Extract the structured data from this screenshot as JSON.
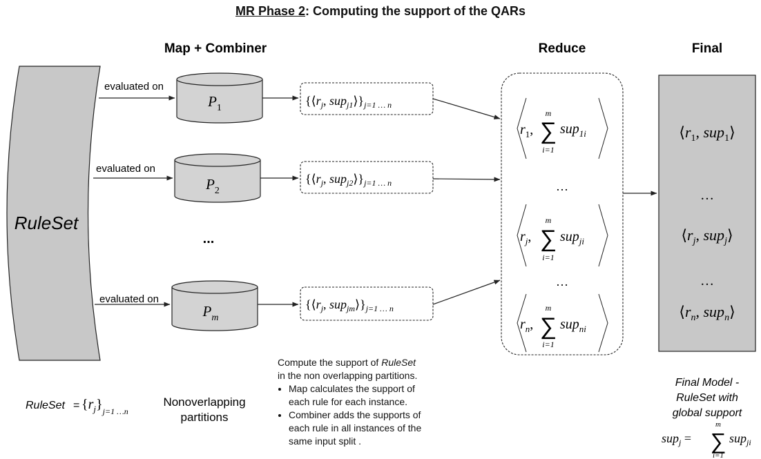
{
  "title": {
    "prefix": "MR Phase ",
    "num": "2",
    "rest": ": Computing the support of the QARs"
  },
  "headers": {
    "map": "Map + Combiner",
    "reduce": "Reduce",
    "final": "Final"
  },
  "ruleset": {
    "label": "RuleSet",
    "def_word": "RuleSet",
    "def_eq": "=",
    "def_set_var": "r",
    "def_set_sub": "j",
    "def_range": "j=1 …n"
  },
  "edges": {
    "evaluated_on": "evaluated on"
  },
  "partitions": [
    {
      "name": "P",
      "sub": "1",
      "out_sub": "j1"
    },
    {
      "name": "P",
      "sub": "2",
      "out_sub": "j2"
    },
    {
      "name": "P",
      "sub": "m",
      "out_sub": "jm"
    }
  ],
  "partition_ellipsis": "...",
  "map_output": {
    "var": "r",
    "var_sub": "j",
    "sup": "sup",
    "range": "j=1 … n"
  },
  "partitions_caption": [
    "Nonoverlapping",
    "partitions"
  ],
  "note": {
    "intro_1": "Compute the support of ",
    "intro_ruleset": "RuleSet",
    "intro_2": " in the non overlapping partitions.",
    "bullets": [
      "Map calculates the support of each rule for each instance.",
      "Combiner adds the supports of each rule in all instances of the same input split ."
    ]
  },
  "reduce_items": [
    {
      "r_sub": "1",
      "sup_sub": "1i"
    },
    {
      "r_sub": "j",
      "sup_sub": "ji"
    },
    {
      "r_sub": "n",
      "sup_sub": "ni"
    }
  ],
  "sum": {
    "symbol": "∑",
    "upper": "m",
    "lower": "i=1",
    "term": "sup"
  },
  "ellipsis": "…",
  "final_items": [
    {
      "r_sub": "1",
      "sup_sub": "1"
    },
    {
      "r_sub": "j",
      "sup_sub": "j"
    },
    {
      "r_sub": "n",
      "sup_sub": "n"
    }
  ],
  "final_caption": [
    "Final Model -",
    "RuleSet with",
    "global support"
  ],
  "final_formula": {
    "lhs": "sup",
    "lhs_sub": "j",
    "eq": "=",
    "term": "sup",
    "term_sub": "ji",
    "upper": "m",
    "lower": "i=1"
  },
  "colors": {
    "gray_fill": "#c8c8c8",
    "cylinder_fill": "#d3d3d3",
    "stroke": "#222222"
  }
}
